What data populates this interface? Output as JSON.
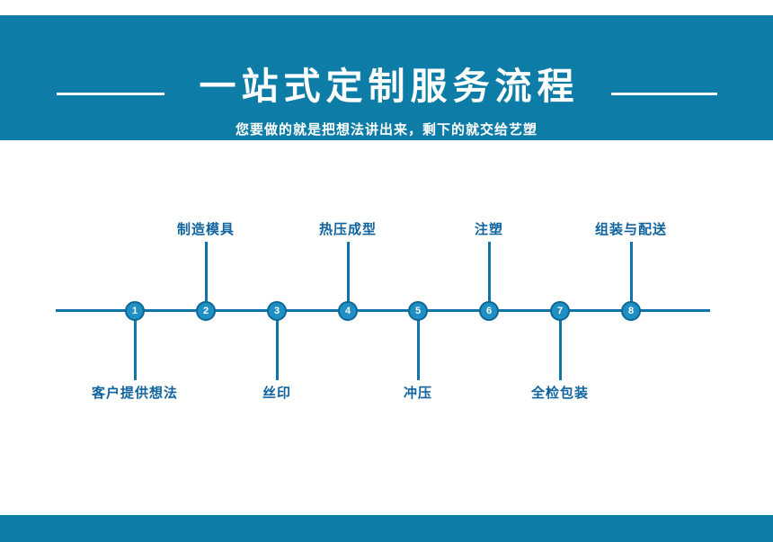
{
  "header": {
    "title": "一站式定制服务流程",
    "subtitle": "您要做的就是把想法讲出来，剩下的就交给艺塑",
    "band_color": "#0d7ca7",
    "rule_color": "#ffffff"
  },
  "footer": {
    "band_color": "#0d7ca7"
  },
  "timeline": {
    "line_color": "#1274a6",
    "node_fill": "#1f8fc4",
    "node_ring": "#0b6896",
    "caption_color": "#0f639e",
    "steps": [
      {
        "number": "1",
        "label": "客户提供想法",
        "position": "below"
      },
      {
        "number": "2",
        "label": "制造模具",
        "position": "above"
      },
      {
        "number": "3",
        "label": "丝印",
        "position": "below"
      },
      {
        "number": "4",
        "label": "热压成型",
        "position": "above"
      },
      {
        "number": "5",
        "label": "冲压",
        "position": "below"
      },
      {
        "number": "6",
        "label": "注塑",
        "position": "above"
      },
      {
        "number": "7",
        "label": "全检包装",
        "position": "below"
      },
      {
        "number": "8",
        "label": "组装与配送",
        "position": "above"
      }
    ]
  }
}
